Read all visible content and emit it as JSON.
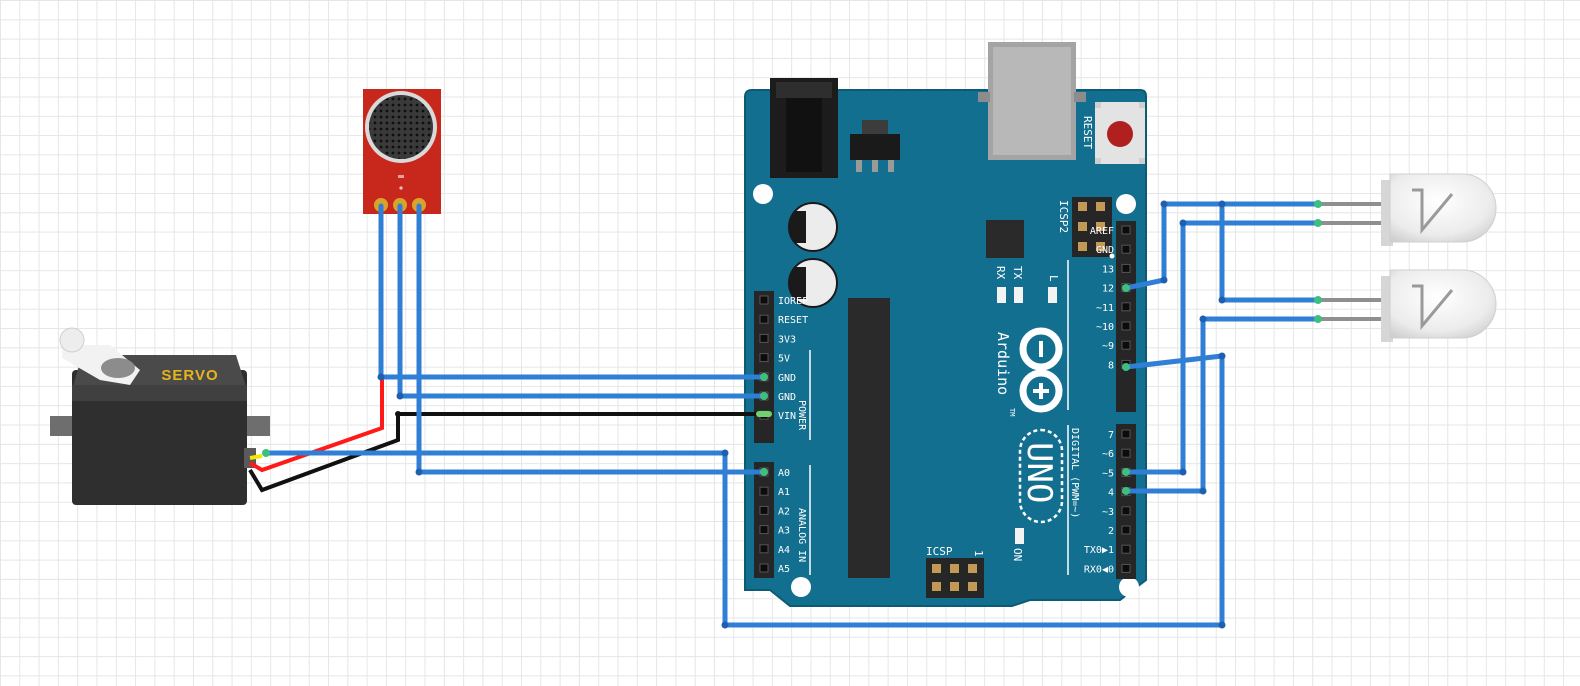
{
  "servo": {
    "label": "SERVO"
  },
  "board": {
    "reset_label": "RESET",
    "icsp2_label": "ICSP2",
    "icsp_label": "ICSP",
    "icsp_pin1": "1",
    "rx_label": "RX",
    "tx_label": "TX",
    "l_label": "L",
    "on_label": "ON",
    "brand_label": "Arduino",
    "tm_label": "TM",
    "model_label": "UNO",
    "power_header_label": "POWER",
    "analog_header_label": "ANALOG IN",
    "digital_header_label": "DIGITAL (PWM=~)",
    "power_pins": [
      "IOREF",
      "RESET",
      "3V3",
      "5V",
      "GND",
      "GND",
      "VIN"
    ],
    "analog_pins": [
      "A0",
      "A1",
      "A2",
      "A3",
      "A4",
      "A5"
    ],
    "digital_upper_pins": [
      "AREF",
      "GND",
      "13",
      "12",
      "~11",
      "~10",
      "~9",
      "8"
    ],
    "digital_lower_pins": [
      "7",
      "~6",
      "~5",
      "4",
      "~3",
      "2",
      "TX0▶1",
      "RX0◀0"
    ]
  },
  "colors": {
    "board": "#126f8f",
    "board_edge": "#0d5a75",
    "wire_blue": "#2f7fd6",
    "wire_red": "#ff1a1a",
    "wire_black": "#111111",
    "wire_yellow": "#f5e600",
    "mic_board": "#c8281c",
    "reset_button": "#b0201f"
  }
}
